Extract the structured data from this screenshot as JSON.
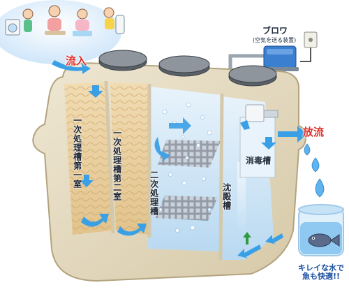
{
  "labels": {
    "inflow": "流入",
    "outflow": "放流",
    "blower": "ブロワ",
    "blower_note": "(空気を送る装置)",
    "chamber1a": "一次処理槽第一室",
    "chamber1b": "一次処理槽第二室",
    "chamber2": "二次処理槽",
    "sedimentation": "沈殿槽",
    "disinfection": "消毒槽",
    "clean_water_line1": "キレイな水で",
    "clean_water_line2": "魚も快適!!"
  },
  "colors": {
    "inflow_arrow": "#3aa0e6",
    "outflow_text": "#e0302b",
    "tank_shell": "#e6dcc4",
    "chamber1": "#e9cf9f",
    "water": "#cfe6f6",
    "blower_body": "#3b7fd0"
  },
  "icons": [
    "family-using-water-icon",
    "blower-icon",
    "fish-icon",
    "water-drop-icon",
    "flow-arrow-icon"
  ]
}
